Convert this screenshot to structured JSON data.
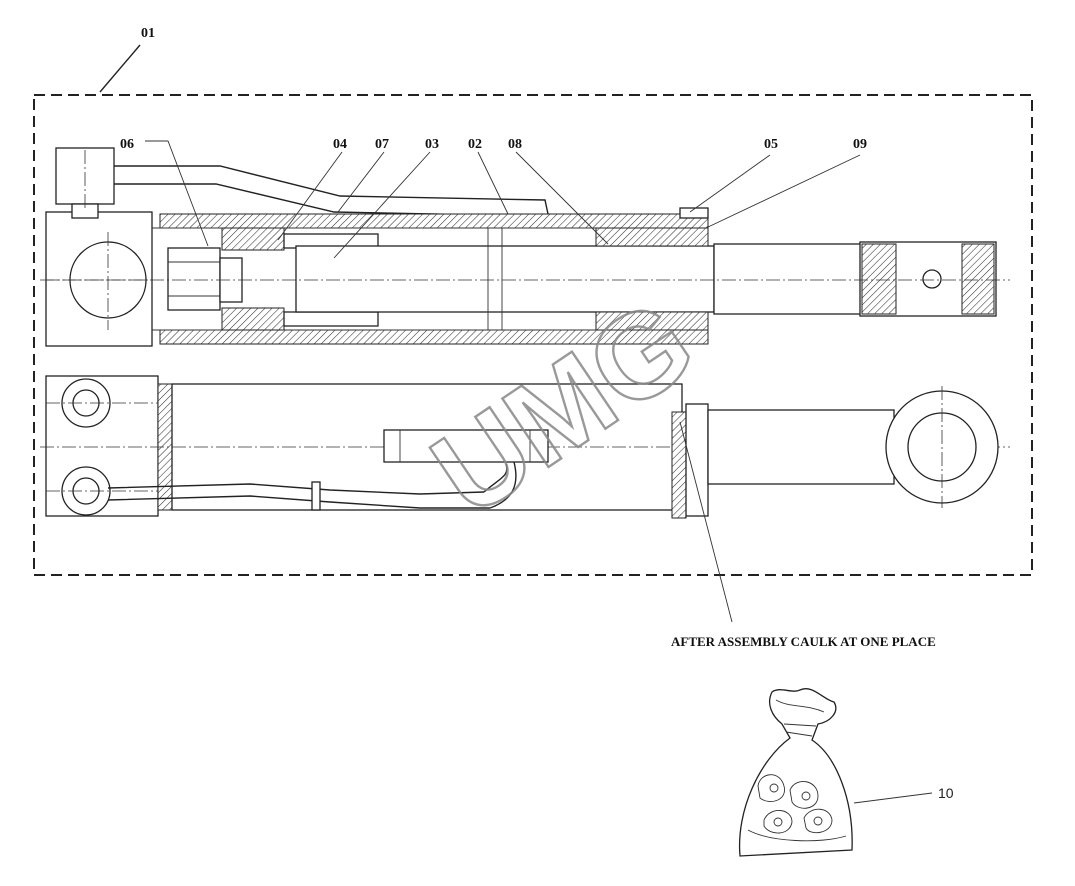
{
  "labels": {
    "assembly": "01",
    "p02": "02",
    "p03": "03",
    "p04": "04",
    "p05": "05",
    "p06": "06",
    "p07": "07",
    "p08": "08",
    "p09": "09",
    "p10": "10"
  },
  "note": "AFTER ASSEMBLY CAULK AT ONE PLACE",
  "watermark": "UMG"
}
